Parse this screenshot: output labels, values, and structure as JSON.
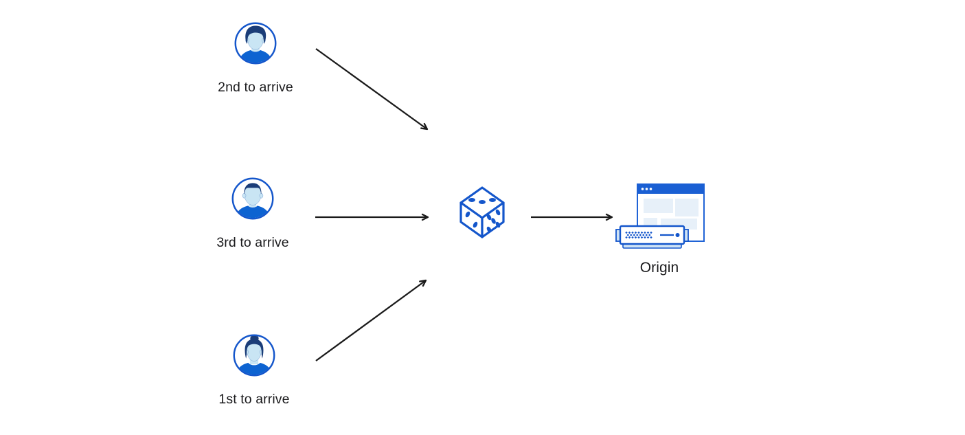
{
  "page": {
    "background": "#ffffff",
    "kind": "flow-diagram"
  },
  "colors": {
    "primary_blue": "#1456cb",
    "titlebar_blue": "#1a5fd3",
    "hair_navy": "#1b3d78",
    "face_light_blue": "#c9e5f4",
    "shirt_blue": "#0d63d1",
    "panel_light_blue": "#e7f0f9",
    "server_base_blue": "#cfe3f5",
    "arrow_color": "#1a1a1a",
    "text_color": "#1a1a1c"
  },
  "nodes": {
    "second_user": {
      "label": "2nd to arrive",
      "icon": "user-avatar-male-swoop-hair-icon"
    },
    "third_user": {
      "label": "3rd to arrive",
      "icon": "user-avatar-male-short-hair-icon"
    },
    "first_user": {
      "label": "1st to arrive",
      "icon": "user-avatar-female-bun-icon"
    },
    "random_selector": {
      "icon": "dice-icon"
    },
    "origin_server": {
      "label": "Origin",
      "icon": "origin-server-browser-icon"
    }
  },
  "edges": [
    {
      "from": "second_user",
      "to": "random_selector"
    },
    {
      "from": "third_user",
      "to": "random_selector"
    },
    {
      "from": "first_user",
      "to": "random_selector"
    },
    {
      "from": "random_selector",
      "to": "origin_server"
    }
  ]
}
